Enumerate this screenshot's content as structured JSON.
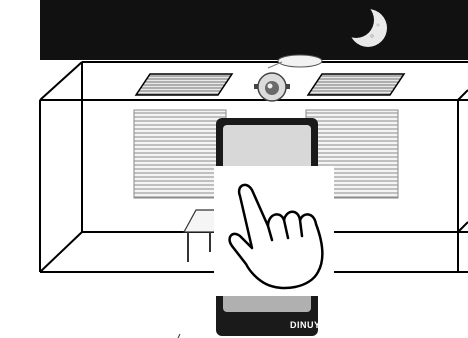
{
  "scene": {
    "sky_color": "#111111",
    "line_color": "#000000",
    "device": {
      "brand": "DINUY",
      "body_color": "#1a1a1a",
      "panel_color": "#d8d8d8"
    },
    "icons": [
      "moon-icon",
      "skylight-left",
      "skylight-right",
      "motion-sensor-icon",
      "ceiling-light-icon",
      "blind-left",
      "blind-right",
      "table-icon",
      "pointing-hand-icon"
    ]
  }
}
